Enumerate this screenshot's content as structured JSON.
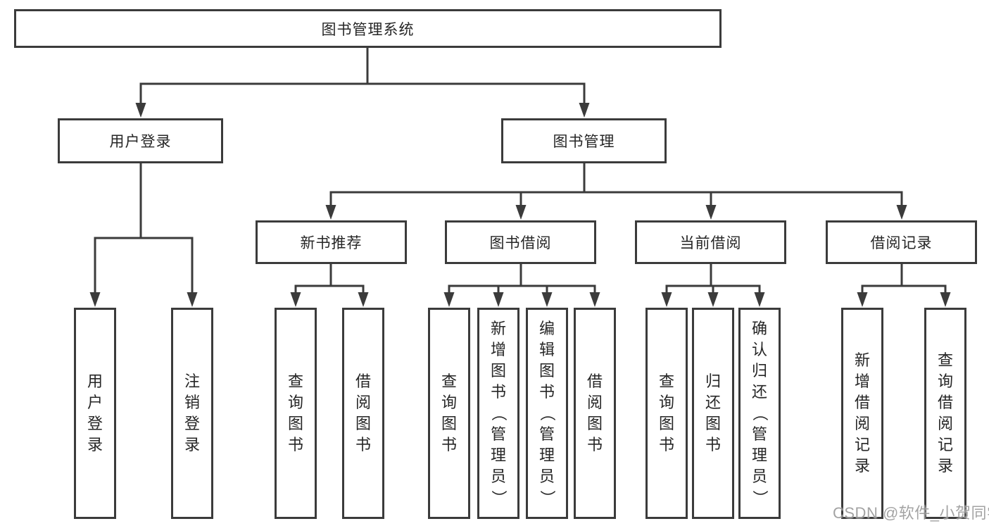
{
  "diagram": {
    "title": "图书管理系统",
    "type": "functional-decomposition-tree"
  },
  "tree": {
    "label": "图书管理系统",
    "children": [
      {
        "label": "用户登录",
        "children": [
          {
            "label": "用户登录"
          },
          {
            "label": "注销登录"
          }
        ]
      },
      {
        "label": "图书管理",
        "children": [
          {
            "label": "新书推荐",
            "children": [
              {
                "label": "查询图书"
              },
              {
                "label": "借阅图书"
              }
            ]
          },
          {
            "label": "图书借阅",
            "children": [
              {
                "label": "查询图书"
              },
              {
                "label": "新增图书（管理员）"
              },
              {
                "label": "编辑图书（管理员）"
              },
              {
                "label": "借阅图书"
              }
            ]
          },
          {
            "label": "当前借阅",
            "children": [
              {
                "label": "查询图书"
              },
              {
                "label": "归还图书"
              },
              {
                "label": "确认归还（管理员）"
              }
            ]
          },
          {
            "label": "借阅记录",
            "children": [
              {
                "label": "新增借阅记录"
              },
              {
                "label": "查询借阅记录"
              }
            ]
          }
        ]
      }
    ]
  },
  "watermark": {
    "text": "CSDN @软件_小贺同学"
  },
  "colors": {
    "line": "#3b3b3b",
    "box_border": "#3b3b3b",
    "text": "#262626",
    "watermark": "#9a9a9a",
    "background": "#ffffff"
  }
}
